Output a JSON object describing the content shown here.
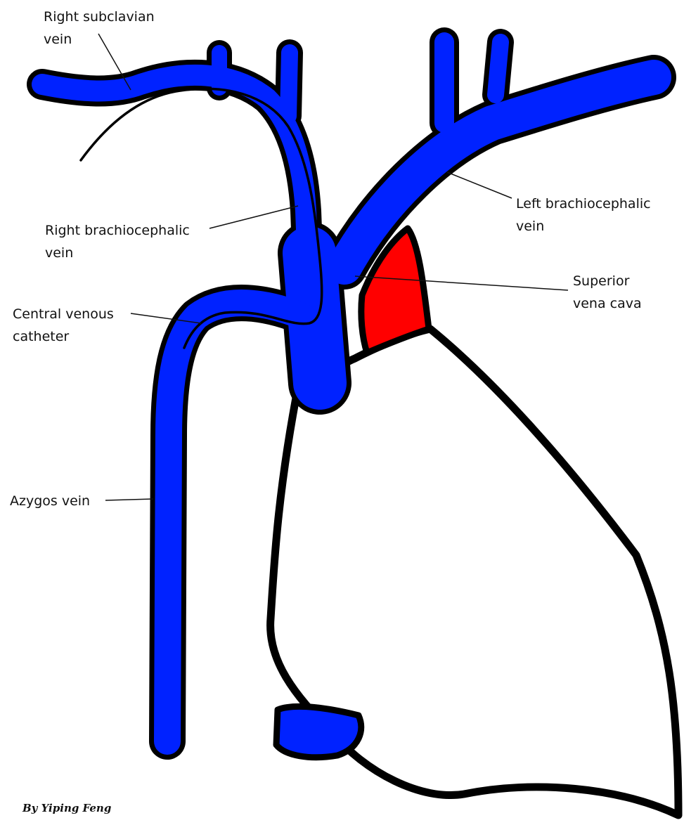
{
  "labels": {
    "right_subclavian": [
      "Right subclavian",
      "vein"
    ],
    "right_brachiocephalic": [
      "Right brachiocephalic",
      "vein"
    ],
    "central_venous_catheter": [
      "Central venous",
      "catheter"
    ],
    "azygos": [
      "Azygos vein"
    ],
    "left_brachiocephalic": [
      "Left brachiocephalic",
      "vein"
    ],
    "superior_vena_cava": [
      "Superior",
      "vena cava"
    ]
  },
  "credit": "By Yiping Feng",
  "colors": {
    "vein": "#0022ff",
    "outline": "#000000",
    "artery": "#ff0000",
    "heart": "#ffffff"
  }
}
